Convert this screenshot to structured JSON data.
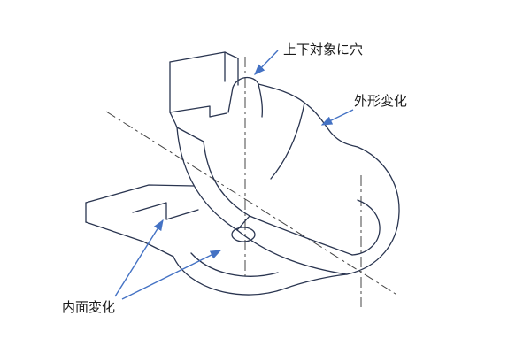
{
  "figure": {
    "labels": {
      "top_hole": "上下対象に穴",
      "outer_shape": "外形変化",
      "inner_surface": "内面変化"
    },
    "colors": {
      "background": "#ffffff",
      "part_line": "#2a3550",
      "centerline": "#444444",
      "annotation": "#4472c4",
      "label_text": "#1a1a1a"
    }
  }
}
